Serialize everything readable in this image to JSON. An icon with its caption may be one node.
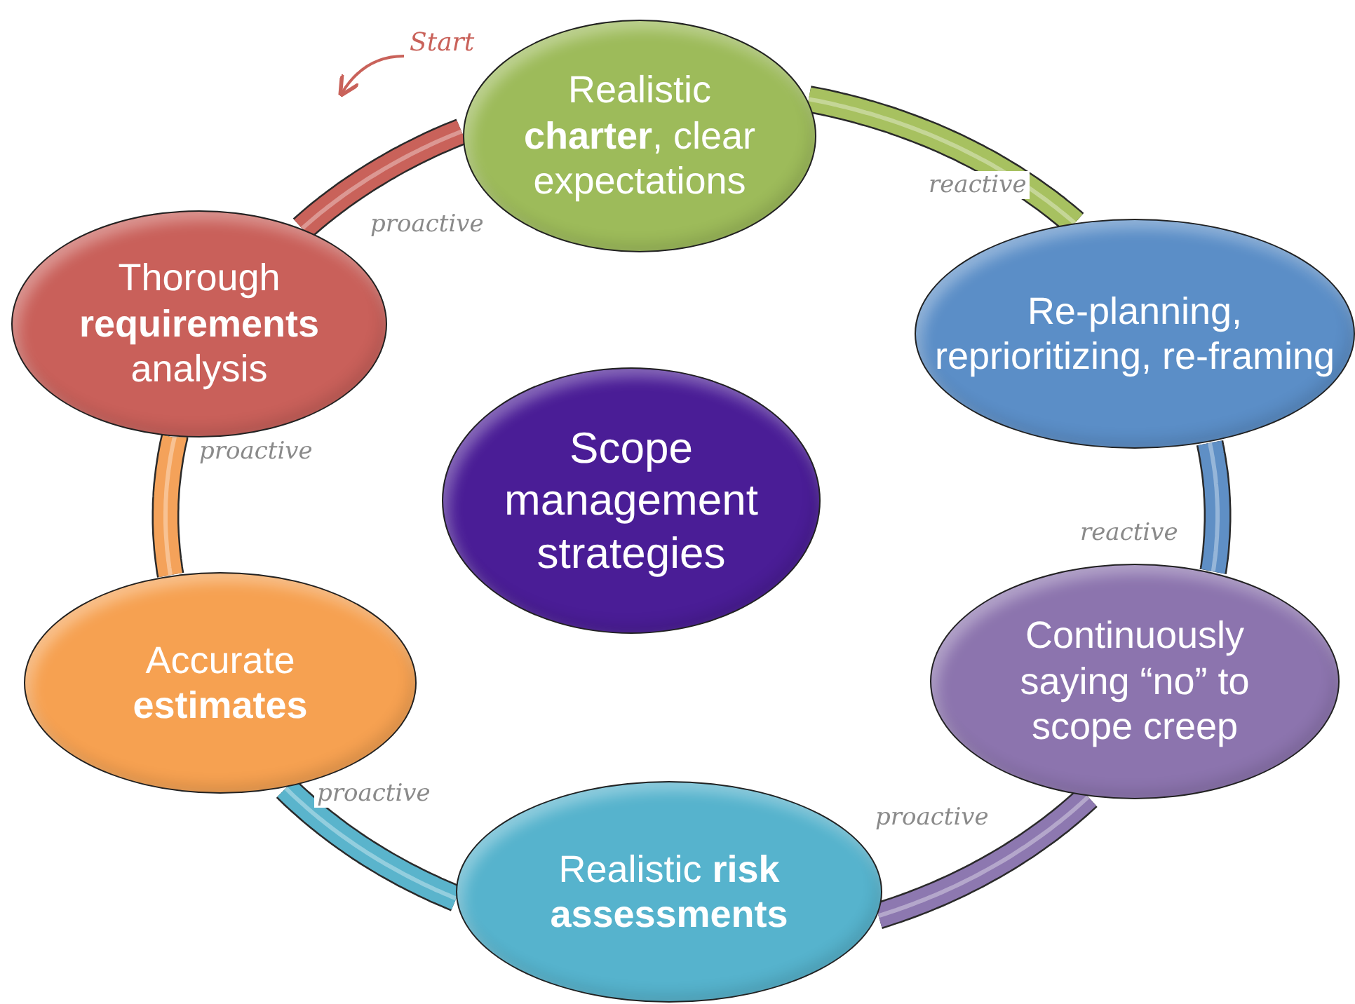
{
  "diagram": {
    "nodes": [
      {
        "text": [
          "Realistic **charter**, clear expectations"
        ]
      },
      {
        "text": [
          "Re-planning, reprioritizing, re-framing"
        ]
      },
      {
        "text": [
          "Continuously saying “no” to scope creep"
        ]
      },
      {
        "text": [
          "Realistic **risk assessments**"
        ]
      },
      {
        "text": [
          "Accurate **estimates**"
        ]
      },
      {
        "text": [
          "Thorough **requirements** analysis"
        ]
      },
      {
        "text": [
          "Scope management strategies"
        ]
      }
    ],
    "edges": [
      {
        "from": 5,
        "to": 0,
        "arrow": "none",
        "label": "proactive",
        "color": "#c9625a"
      },
      {
        "from": 0,
        "to": 1,
        "arrow": "none",
        "label": "reactive",
        "color": "#a7c160"
      },
      {
        "from": 1,
        "to": 2,
        "arrow": "none",
        "label": "reactive",
        "color": "#5f8fc5"
      },
      {
        "from": 2,
        "to": 3,
        "arrow": "none",
        "label": "proactive",
        "color": "#8d78b0"
      },
      {
        "from": 3,
        "to": 4,
        "arrow": "none",
        "label": "proactive",
        "color": "#5ab4cc"
      },
      {
        "from": 4,
        "to": 5,
        "arrow": "none",
        "label": "proactive",
        "color": "#f4a25a"
      }
    ],
    "labels": [
      "Start"
    ]
  }
}
